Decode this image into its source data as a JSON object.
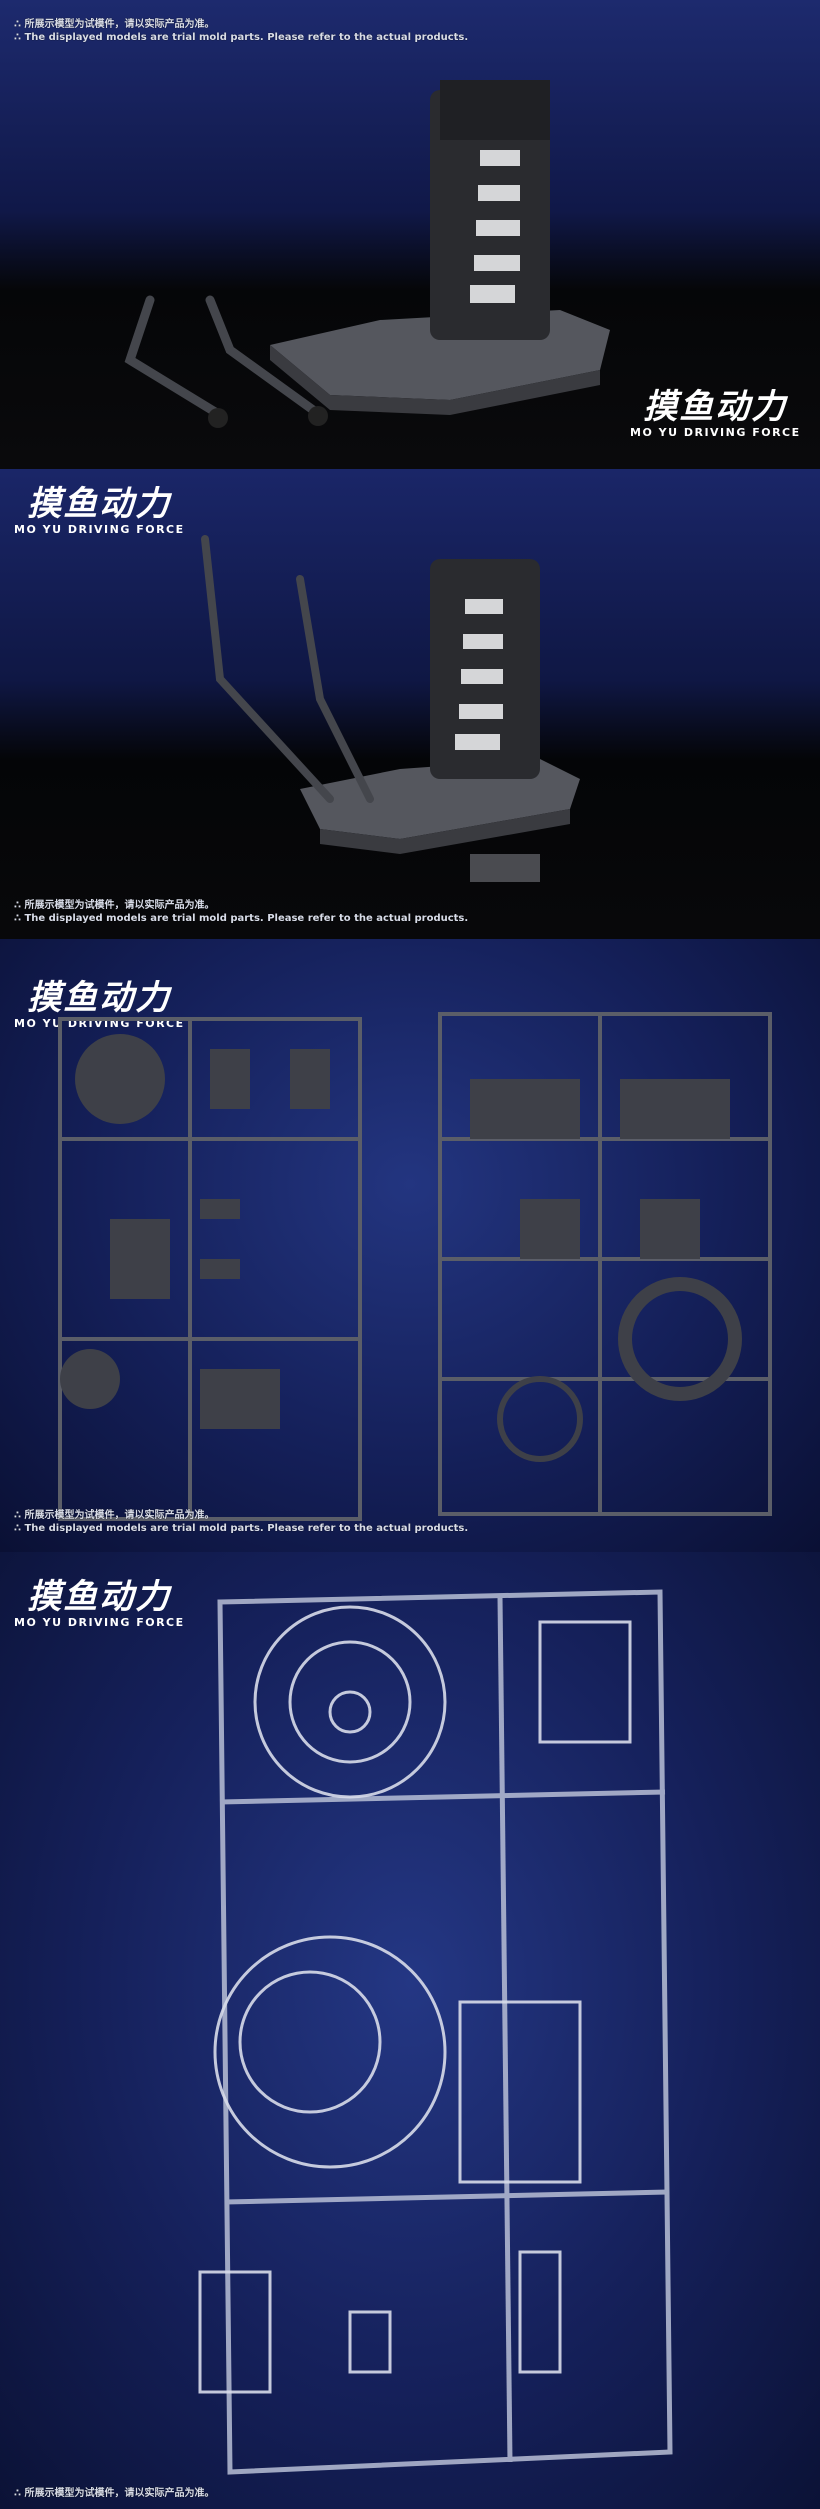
{
  "disclaimer": {
    "cn": "∴ 所展示模型为试模件，请以实际产品为准。",
    "en": "∴ The displayed models are trial mold parts. Please refer to the actual products."
  },
  "brand": {
    "cn": "摸鱼动力",
    "en": "MO YU DRIVING FORCE"
  }
}
